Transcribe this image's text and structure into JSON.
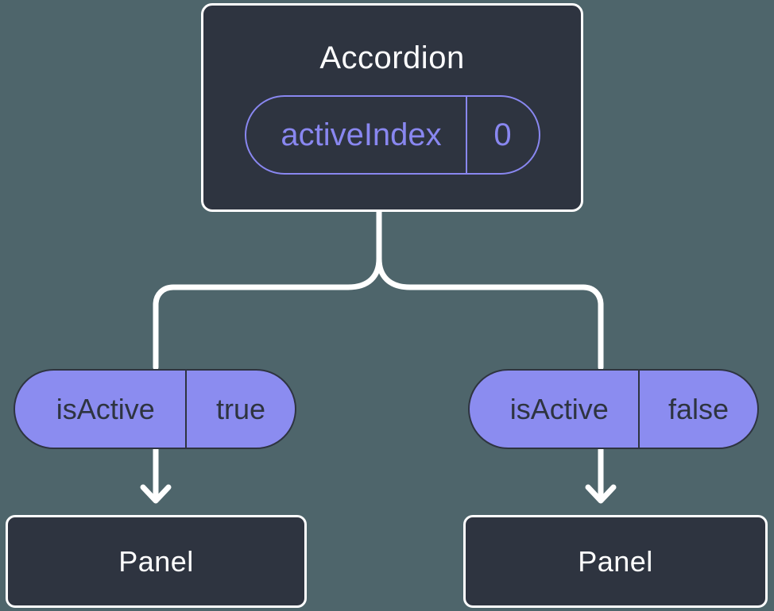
{
  "diagram": {
    "type": "component-tree",
    "root": {
      "title": "Accordion",
      "prop_name": "activeIndex",
      "prop_value": "0"
    },
    "left_child": {
      "prop_name": "isActive",
      "prop_value": "true",
      "panel_label": "Panel"
    },
    "right_child": {
      "prop_name": "isActive",
      "prop_value": "false",
      "panel_label": "Panel"
    }
  },
  "colors": {
    "background": "#4e656b",
    "node_fill": "#2e3440",
    "pill_fill": "#8b8cf0",
    "accent_purple": "#8987f0",
    "connector": "#ffffff",
    "node_text": "#ffffff",
    "pill_text": "#2e3440"
  }
}
